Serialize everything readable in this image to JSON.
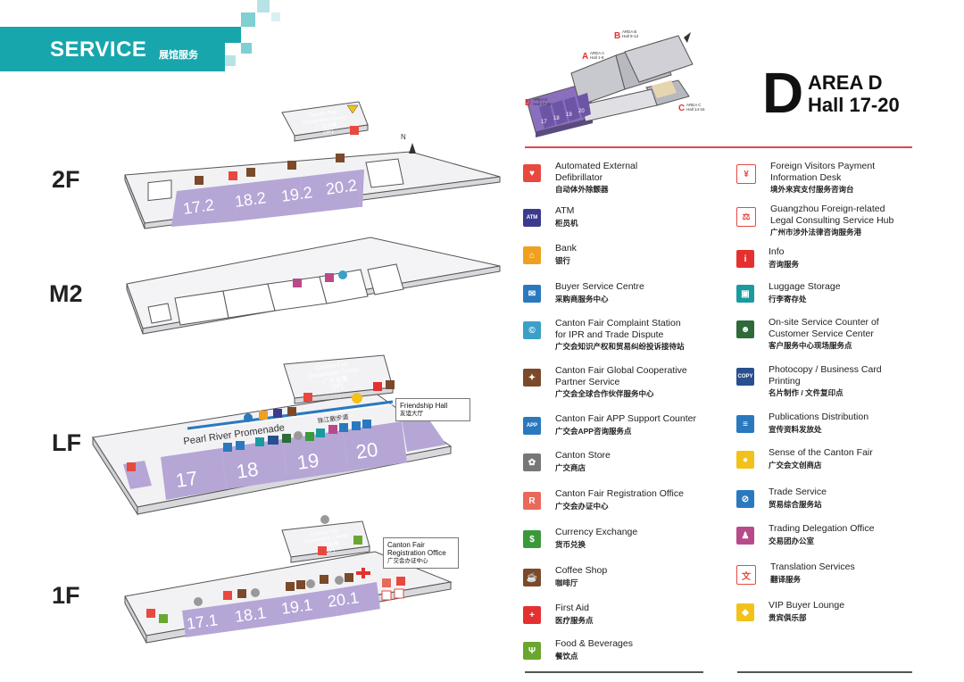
{
  "header": {
    "title": "SERVICE",
    "subtitle": "展馆服务"
  },
  "floors": [
    "2F",
    "M2",
    "LF",
    "1F"
  ],
  "area": {
    "letter": "D",
    "line1": "AREA D",
    "line2": "Hall 17-20"
  },
  "mini_map": {
    "area_a": {
      "letter": "A",
      "label": "AREA A",
      "halls": "Hall 1-8"
    },
    "area_b": {
      "letter": "B",
      "label": "AREA B",
      "halls": "Hall 9-13"
    },
    "area_c": {
      "letter": "C",
      "label": "AREA C",
      "halls": "Hall 14-16"
    },
    "area_d": {
      "letter": "D",
      "label": "AREA D",
      "halls": "Hall 17-20"
    },
    "hall_numbers": [
      "17",
      "18",
      "19",
      "20"
    ]
  },
  "map_labels": {
    "f2_halls": [
      "17.2",
      "18.2",
      "19.2",
      "20.2"
    ],
    "lf_halls": [
      "17",
      "18",
      "19",
      "20"
    ],
    "f1_halls": [
      "17.1",
      "18.1",
      "19.1",
      "20.1"
    ],
    "convention_2f": [
      "Canton Fair",
      "Convention Center",
      "广交会展",
      "(3F)"
    ],
    "convention_lf": [
      "Canton Fair",
      "Convention Center",
      "广交会展",
      "(2F)"
    ],
    "convention_1f": [
      "Canton Fair",
      "Convention Center",
      "广交会展",
      "(1F)"
    ],
    "promenade_en": "Pearl River Promenade",
    "promenade_zh": "珠江散步道",
    "friendship_en": "Friendship Hall",
    "friendship_zh": "友谊大厅",
    "registration_en1": "Canton Fair",
    "registration_en2": "Registration Office",
    "registration_zh": "广交会办证中心",
    "north": "N"
  },
  "colors": {
    "teal": "#18a6ad",
    "hall": "#b5a6d6",
    "hall_text": "#ffffff",
    "accent_red": "#e2474b"
  },
  "legend_left": [
    {
      "en": "Automated External\nDefibrillator",
      "zh": "自动体外除颤器",
      "icon": "defibrillator-icon",
      "glyph": "♥",
      "color": "#e8493f"
    },
    {
      "en": "ATM",
      "zh": "柜员机",
      "icon": "atm-icon",
      "glyph": "ATM",
      "color": "#3a3b8f"
    },
    {
      "en": "Bank",
      "zh": "银行",
      "icon": "bank-icon",
      "glyph": "⌂",
      "color": "#f0a020"
    },
    {
      "en": "Buyer Service Centre",
      "zh": "采购商服务中心",
      "icon": "buyer-service-icon",
      "glyph": "✉",
      "color": "#2a79bf"
    },
    {
      "en": "Canton Fair Complaint Station\nfor IPR and Trade Dispute",
      "zh": "广交会知识产权和贸易纠纷投诉接待站",
      "icon": "ipr-complaint-icon",
      "glyph": "©",
      "color": "#3aa0c8"
    },
    {
      "en": "Canton Fair Global Cooperative\nPartner Service",
      "zh": "广交会全球合作伙伴服务中心",
      "icon": "partner-service-icon",
      "glyph": "✦",
      "color": "#7a4a2a"
    },
    {
      "en": "Canton Fair APP Support Counter",
      "zh": "广交会APP咨询服务点",
      "icon": "app-support-icon",
      "glyph": "APP",
      "color": "#2a79bf"
    },
    {
      "en": "Canton Store",
      "zh": "广交商店",
      "icon": "canton-store-icon",
      "glyph": "✿",
      "color": "#777777"
    },
    {
      "en": "Canton Fair Registration Office",
      "zh": "广交会办证中心",
      "icon": "registration-icon",
      "glyph": "R",
      "color": "#e96a5a"
    },
    {
      "en": "Currency Exchange",
      "zh": "货币兑换",
      "icon": "currency-exchange-icon",
      "glyph": "$",
      "color": "#3a9a3a"
    },
    {
      "en": "Coffee Shop",
      "zh": "咖啡厅",
      "icon": "coffee-icon",
      "glyph": "☕",
      "color": "#7a4a2a"
    },
    {
      "en": "First Aid",
      "zh": "医疗服务点",
      "icon": "first-aid-icon",
      "glyph": "+",
      "color": "#e53030"
    },
    {
      "en": "Food & Beverages",
      "zh": "餐饮点",
      "icon": "food-icon",
      "glyph": "Ψ",
      "color": "#6aa630"
    }
  ],
  "legend_right": [
    {
      "en": "Foreign Visitors Payment\nInformation Desk",
      "zh": "境外来宾支付服务咨询台",
      "icon": "payment-desk-icon",
      "glyph": "¥",
      "color": "#ffffff"
    },
    {
      "en": "Guangzhou Foreign-related\nLegal Consulting Service Hub",
      "zh": "广州市涉外法律咨询服务港",
      "icon": "legal-hub-icon",
      "glyph": "⚖",
      "color": "#ffffff"
    },
    {
      "en": "Info",
      "zh": "咨询服务",
      "icon": "info-icon",
      "glyph": "i",
      "color": "#e53030"
    },
    {
      "en": "Luggage Storage",
      "zh": "行李寄存处",
      "icon": "luggage-icon",
      "glyph": "▣",
      "color": "#1b9aa0"
    },
    {
      "en": "On-site Service Counter of\nCustomer Service Center",
      "zh": "客户服务中心现场服务点",
      "icon": "customer-service-icon",
      "glyph": "☻",
      "color": "#2e6a3a"
    },
    {
      "en": "Photocopy / Business Card\nPrinting",
      "zh": "名片制作 / 文件复印点",
      "icon": "photocopy-icon",
      "glyph": "COPY",
      "color": "#2a4f8f"
    },
    {
      "en": "Publications Distribution",
      "zh": "宣传资料发放处",
      "icon": "publications-icon",
      "glyph": "≡",
      "color": "#2a79bf"
    },
    {
      "en": "Sense of the Canton Fair",
      "zh": "广交会文创商店",
      "icon": "sense-canton-icon",
      "glyph": "●",
      "color": "#f2c21a"
    },
    {
      "en": "Trade Service",
      "zh": "贸易综合服务站",
      "icon": "trade-service-icon",
      "glyph": "⊘",
      "color": "#2a79bf"
    },
    {
      "en": "Trading Delegation Office",
      "zh": "交易团办公室",
      "icon": "delegation-office-icon",
      "glyph": "♟",
      "color": "#b84a8a"
    },
    {
      "en": "Translation Services",
      "zh": "翻译服务",
      "icon": "translation-icon",
      "glyph": "文",
      "color": "#ffffff"
    },
    {
      "en": "VIP Buyer Lounge",
      "zh": "贵宾俱乐部",
      "icon": "vip-lounge-icon",
      "glyph": "◆",
      "color": "#f2c21a"
    }
  ]
}
